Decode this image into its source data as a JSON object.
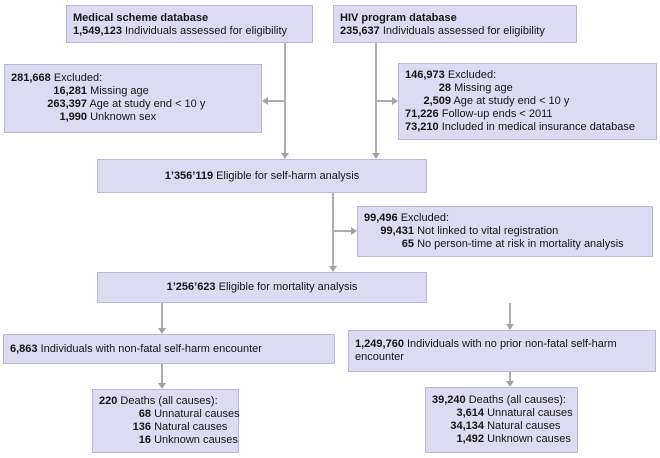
{
  "colors": {
    "box_fill": "#dcdbf1",
    "box_border": "#b9b8d6",
    "arrow": "#a2a2a2",
    "text": "#161616"
  },
  "boxes": {
    "medical_db": {
      "title": "Medical scheme database",
      "num": "1,549,123",
      "label": "Individuals assessed for eligibility"
    },
    "hiv_db": {
      "title": "HIV program database",
      "num": "235,637",
      "label": "Individuals assessed for eligibility"
    },
    "excluded_medical": {
      "lines": [
        {
          "num": "281,668",
          "label": "Excluded:"
        },
        {
          "num": "16,281",
          "label": "Missing age"
        },
        {
          "num": "263,397",
          "label": "Age at study end < 10 y"
        },
        {
          "num": "1,990",
          "label": "Unknown sex"
        }
      ]
    },
    "excluded_hiv": {
      "lines": [
        {
          "num": "146,973",
          "label": "Excluded:"
        },
        {
          "num": "28",
          "label": "Missing age"
        },
        {
          "num": "2,509",
          "label": "Age at study end < 10 y"
        },
        {
          "num": "71,226",
          "label": "Follow-up ends < 2011"
        },
        {
          "num": "73,210",
          "label": "Included in medical insurance database"
        }
      ]
    },
    "selfharm_eligible": {
      "num": "1’356’119",
      "label": "Eligible for self-harm analysis"
    },
    "excluded_mortality": {
      "lines": [
        {
          "num": "99,496",
          "label": "Excluded:"
        },
        {
          "num": "99,431",
          "label": "Not linked to vital registration"
        },
        {
          "num": "65",
          "label": "No person-time at risk in mortality analysis"
        }
      ]
    },
    "mortality_eligible": {
      "num": "1’256’623",
      "label": "Eligible for mortality analysis"
    },
    "selfharm_cohort": {
      "num": "6,863",
      "label": "Individuals with non-fatal self-harm encounter"
    },
    "no_selfharm_cohort": {
      "num": "1,249,760",
      "label": "Individuals with no prior non-fatal self-harm encounter"
    },
    "deaths_selfharm": {
      "lines": [
        {
          "num": "220",
          "label": "Deaths (all causes):"
        },
        {
          "num": "68",
          "label": "Unnatural causes"
        },
        {
          "num": "136",
          "label": "Natural causes"
        },
        {
          "num": "16",
          "label": "Unknown causes"
        }
      ]
    },
    "deaths_no_selfharm": {
      "lines": [
        {
          "num": "39,240",
          "label": "Deaths (all causes):"
        },
        {
          "num": "3,614",
          "label": "Unnatural causes"
        },
        {
          "num": "34,134",
          "label": "Natural causes"
        },
        {
          "num": "1,492",
          "label": "Unknown causes"
        }
      ]
    }
  }
}
